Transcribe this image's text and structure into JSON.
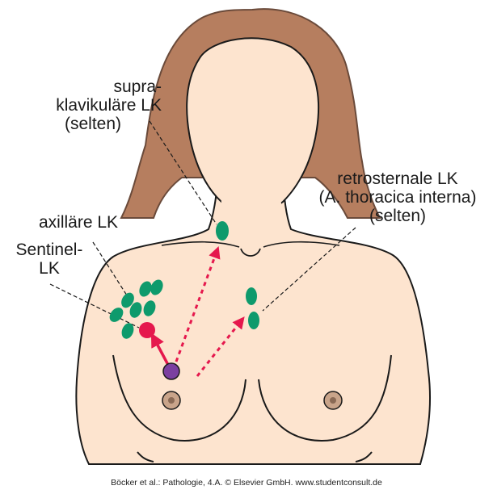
{
  "labels": {
    "supra_line1": "supra-",
    "supra_line2": "klavikuläre LK",
    "supra_line3": "(selten)",
    "retro_line1": "retrosternale LK",
    "retro_line2": "(A. thoracica interna)",
    "retro_line3": "(selten)",
    "axillary": "axilläre LK",
    "sentinel_line1": "Sentinel-",
    "sentinel_line2": "LK"
  },
  "caption": "Böcker et al.: Pathologie, 4.A. © Elsevier GmbH. www.studentconsult.de",
  "colors": {
    "skin": "#fde4cf",
    "hair": "#b67e5f",
    "lymph_node": "#0e9a6c",
    "sentinel_node": "#e5184d",
    "tumor": "#7b3fa0",
    "arrow_dashed": "#e5184d"
  }
}
